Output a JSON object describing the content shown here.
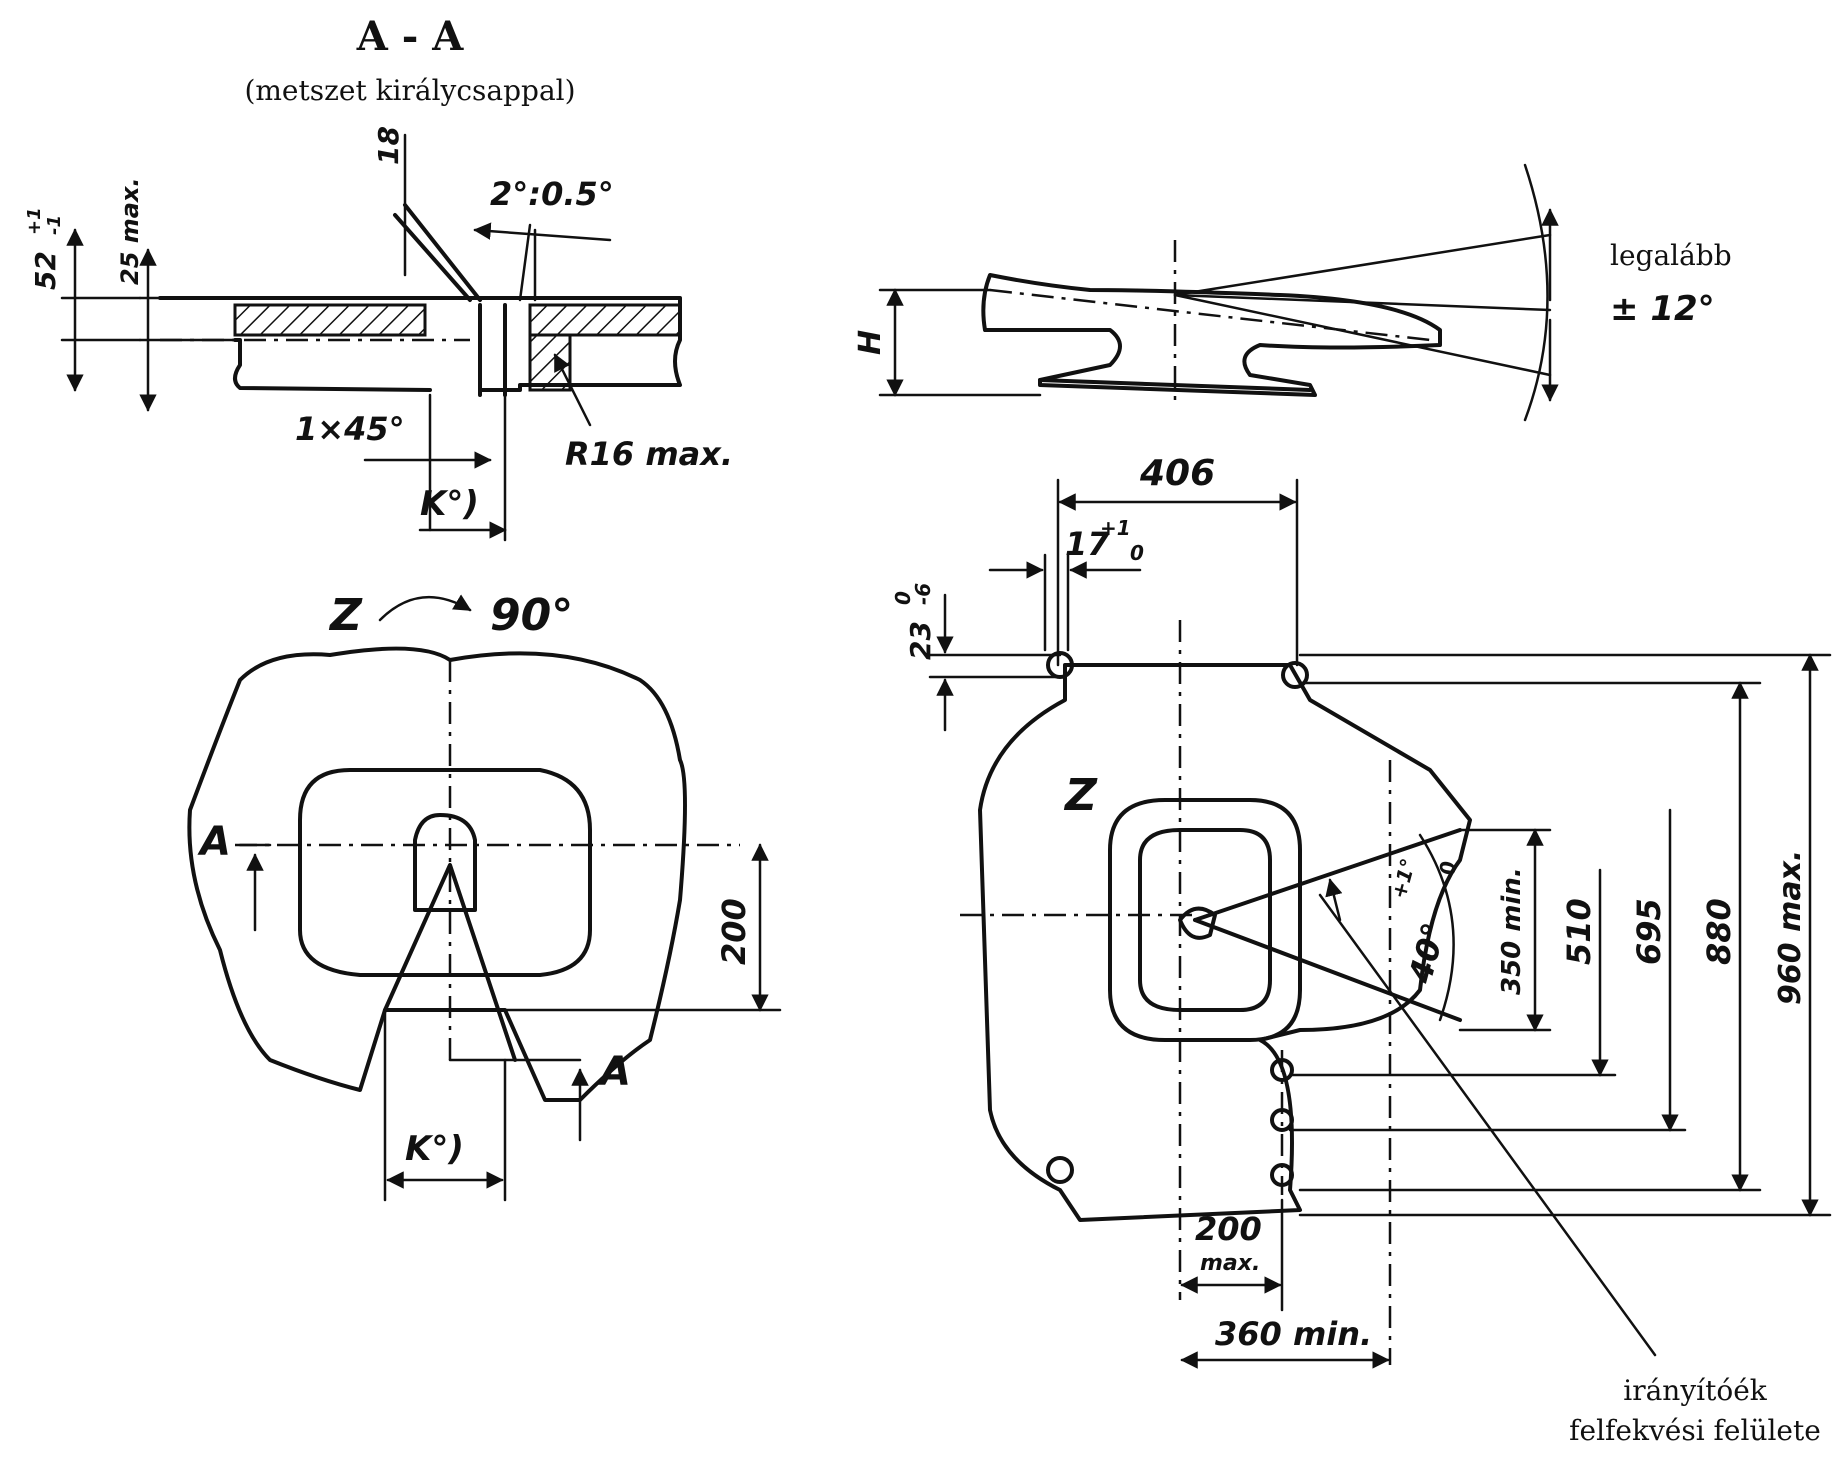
{
  "section": {
    "title": "A - A",
    "subtitle": "(metszet királycsappal)"
  },
  "dims": {
    "d18": "18",
    "d52": "52",
    "d52_tol_upper": "+1",
    "d52_tol_lower": "-1",
    "d25max": "25 max.",
    "angle_2_05": "2°:0.5°",
    "chamfer": "1×45°",
    "radius": "R16 max.",
    "k_label": "K°)",
    "H": "H",
    "legalabb": "legalább",
    "pm12": "± 12°",
    "d406": "406",
    "d17": "17",
    "d17_tol_upper": "+1",
    "d17_tol_lower": "0",
    "d23": "23",
    "d23_tol_upper": "0",
    "d23_tol_lower": "-6",
    "Z": "Z",
    "rot90": "90°",
    "A": "A",
    "d200": "200",
    "d200max": "200",
    "d200max_max": "max.",
    "d350min": "350 min.",
    "d40": "40°",
    "d40_tol_upper": "+1°",
    "d40_tol_lower": "0",
    "d510": "510",
    "d695": "695",
    "d880": "880",
    "d960max": "960 max.",
    "d360min": "360 min.",
    "guide_line1": "irányítóék",
    "guide_line2": "felfekvési felülete"
  }
}
